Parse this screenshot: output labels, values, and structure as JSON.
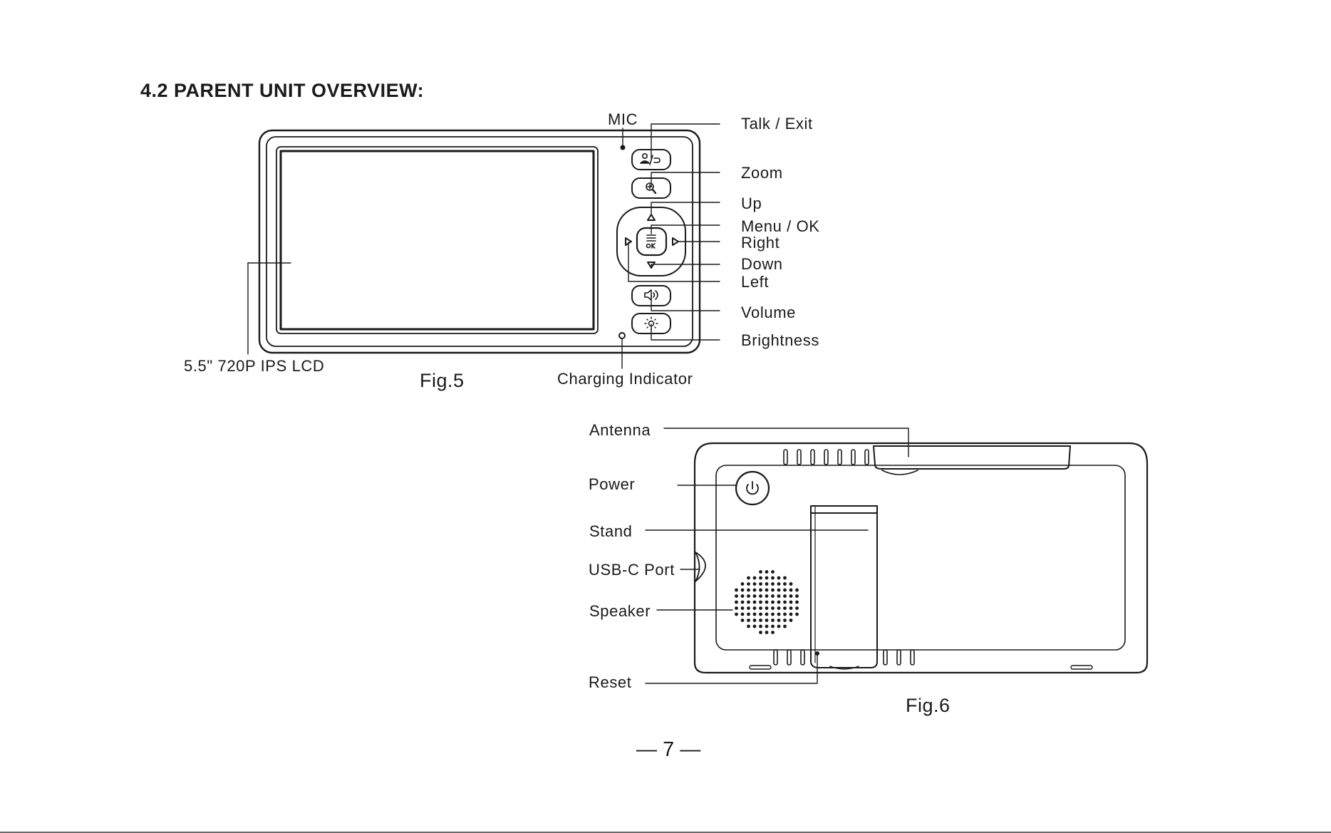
{
  "page": {
    "section_title": "4.2 PARENT UNIT OVERVIEW:",
    "page_number": "7"
  },
  "fig5": {
    "caption": "Fig.5",
    "labels": {
      "mic": "MIC",
      "talk_exit": "Talk / Exit",
      "zoom": "Zoom",
      "up": "Up",
      "menu_ok": "Menu / OK",
      "right": "Right",
      "down": "Down",
      "left": "Left",
      "volume": "Volume",
      "brightness": "Brightness",
      "lcd": "5.5\" 720P IPS LCD",
      "charging": "Charging Indicator"
    }
  },
  "fig6": {
    "caption": "Fig.6",
    "labels": {
      "antenna": "Antenna",
      "power": "Power",
      "stand": "Stand",
      "usbc": "USB-C Port",
      "speaker": "Speaker",
      "reset": "Reset"
    }
  }
}
